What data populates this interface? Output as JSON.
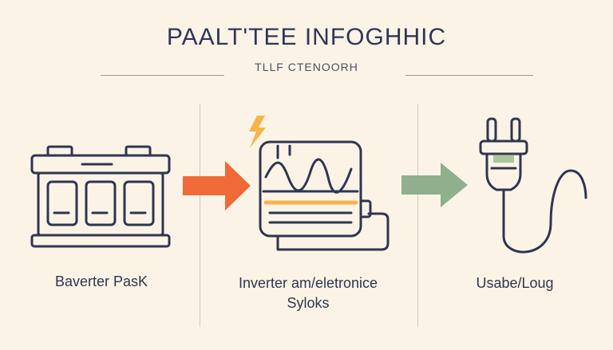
{
  "header": {
    "title": "PAALT'TEE INFOGHHIC",
    "subtitle": "TLLF CTENOORH"
  },
  "stages": [
    {
      "label_lines": [
        "Baverter PasK"
      ],
      "icon": "battery-icon"
    },
    {
      "label_lines": [
        "Inverter am/eletronice",
        "Syloks"
      ],
      "icon": "inverter-icon"
    },
    {
      "label_lines": [
        "Usabe/Loug"
      ],
      "icon": "plug-icon"
    }
  ],
  "colors": {
    "background": "#fbf4e6",
    "stroke": "#2f3552",
    "arrow_orange": "#ef6a36",
    "arrow_green": "#8fb08c",
    "accent_yellow": "#f7b44a",
    "plug_green": "#a8c89a"
  }
}
